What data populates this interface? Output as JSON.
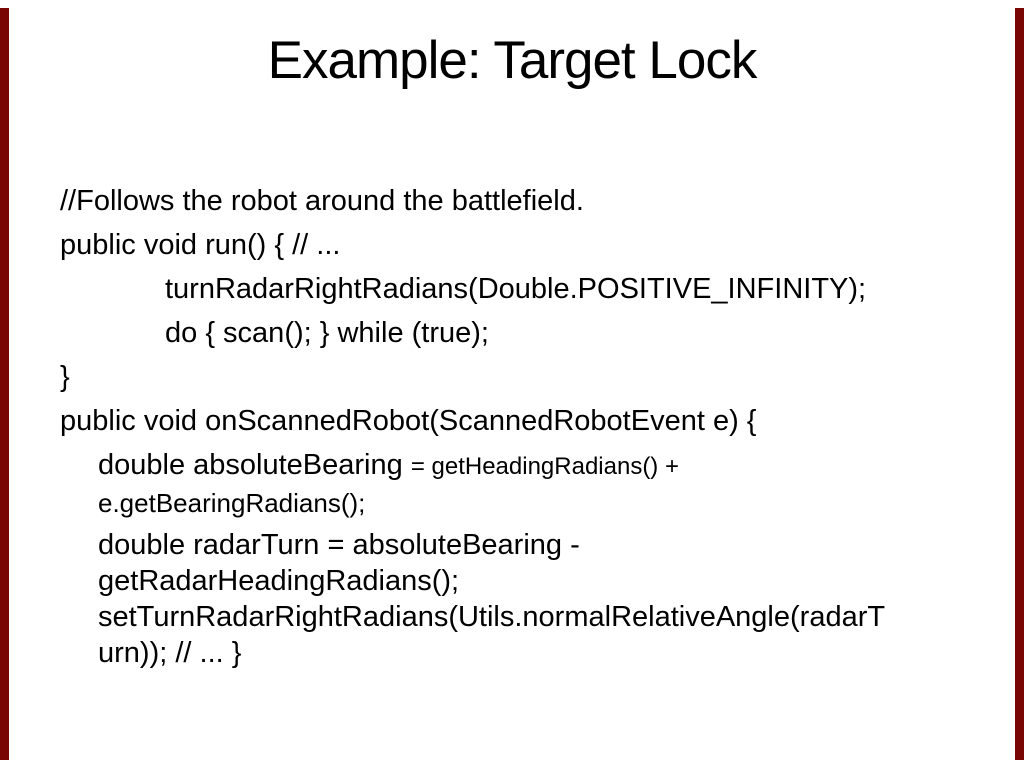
{
  "slide": {
    "title": "Example: Target Lock",
    "colors": {
      "background": "#ffffff",
      "text": "#000000",
      "edge_bar": "#7a0603"
    },
    "code": {
      "lines": [
        {
          "indent": 0,
          "seg": [
            {
              "t": "//Follows the robot around the battlefield.",
              "size": "lg"
            }
          ]
        },
        {
          "indent": 0,
          "seg": [
            {
              "t": "public void run() { // ...",
              "size": "lg"
            }
          ]
        },
        {
          "indent": 2,
          "seg": [
            {
              "t": "turnRadarRightRadians(Double.POSITIVE_INFINITY);",
              "size": "lg"
            }
          ]
        },
        {
          "indent": 2,
          "seg": [
            {
              "t": "do { scan(); } while (true);",
              "size": "lg"
            }
          ]
        },
        {
          "indent": 0,
          "seg": [
            {
              "t": "}",
              "size": "lg"
            }
          ]
        },
        {
          "indent": 0,
          "seg": [
            {
              "t": "public void onScannedRobot(ScannedRobotEvent e) {",
              "size": "lg"
            }
          ]
        },
        {
          "indent": 1,
          "seg": [
            {
              "t": "double absoluteBearing ",
              "size": "lg"
            },
            {
              "t": "= getHeadingRadians() +",
              "size": "sm"
            }
          ]
        },
        {
          "indent": 1,
          "seg": [
            {
              "t": "e.getBearingRadians();",
              "size": "md"
            }
          ]
        },
        {
          "indent": 1,
          "seg": [
            {
              "t": "double radarTurn = absoluteBearing -",
              "size": "lg"
            }
          ]
        },
        {
          "indent": 1,
          "seg": [
            {
              "t": "getRadarHeadingRadians();",
              "size": "lg"
            }
          ]
        },
        {
          "indent": 1,
          "seg": [
            {
              "t": "setTurnRadarRightRadians(Utils.normalRelativeAngle(radarT",
              "size": "lg"
            }
          ]
        },
        {
          "indent": 1,
          "seg": [
            {
              "t": "urn)); // ... }",
              "size": "lg"
            }
          ]
        }
      ]
    }
  }
}
